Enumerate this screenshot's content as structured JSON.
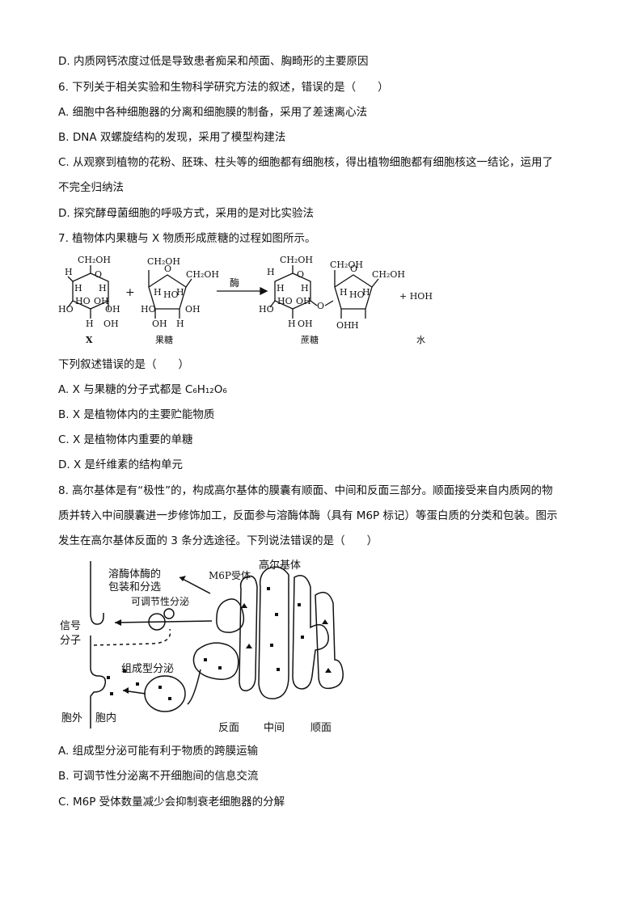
{
  "lines": {
    "q5_d": "D. 内质网钙浓度过低是导致患者痴呆和颅面、胸畸形的主要原因",
    "q6_stem": "6. 下列关于相关实验和生物科学研究方法的叙述，错误的是（　　）",
    "q6_a": "A. 细胞中各种细胞器的分离和细胞膜的制备，采用了差速离心法",
    "q6_b": "B. DNA 双螺旋结构的发现，采用了模型构建法",
    "q6_c1": "C. 从观察到植物的花粉、胚珠、柱头等的细胞都有细胞核，得出植物细胞都有细胞核这一结论，运用了",
    "q6_c2": "不完全归纳法",
    "q6_d": "D. 探究酵母菌细胞的呼吸方式，采用的是对比实验法",
    "q7_stem": "7. 植物体内果糖与 X 物质形成蔗糖的过程如图所示。",
    "q7_ask": "下列叙述错误的是（　　）",
    "q7_a": "A. X 与果糖的分子式都是 C₆H₁₂O₆",
    "q7_b": "B. X 是植物体内的主要贮能物质",
    "q7_c": "C. X 是植物体内重要的单糖",
    "q7_d": "D. X 是纤维素的结构单元",
    "q8_stem1": "8. 高尔基体是有“极性”的，构成高尔基体的膜囊有顺面、中间和反面三部分。顺面接受来自内质网的物",
    "q8_stem2": "质并转入中间膜囊进一步修饰加工，反面参与溶酶体酶（具有 M6P 标记）等蛋白质的分类和包装。图示",
    "q8_stem3": "发生在高尔基体反面的 3 条分选途径。下列说法错误的是（　　）",
    "q8_a": "A. 组成型分泌可能有利于物质的跨膜运输",
    "q8_b": "B. 可调节性分泌离不开细胞间的信息交流",
    "q8_c": "C. M6P 受体数量减少会抑制衰老细胞器的分解"
  },
  "sugar_figure": {
    "ch2oh": "CH₂OH",
    "h": "H",
    "oh": "OH",
    "ho": "HO",
    "o": "O",
    "plus": "+",
    "enzyme": "酶",
    "water": "+ HOH",
    "label_x": "X",
    "label_fructose": "果糖",
    "label_sucrose": "蔗糖",
    "label_water": "水"
  },
  "golgi_figure": {
    "lysosome_line1": "溶酶体酶的",
    "lysosome_line2": "包装和分选",
    "m6p": "M6P受体",
    "golgi": "高尔基体",
    "regulated": "可调节性分泌",
    "signal_line1": "信号",
    "signal_line2": "分子",
    "constitutive": "组成型分泌",
    "outside": "胞外",
    "inside": "胞内",
    "trans": "反面",
    "medial": "中间",
    "cis": "顺面"
  }
}
